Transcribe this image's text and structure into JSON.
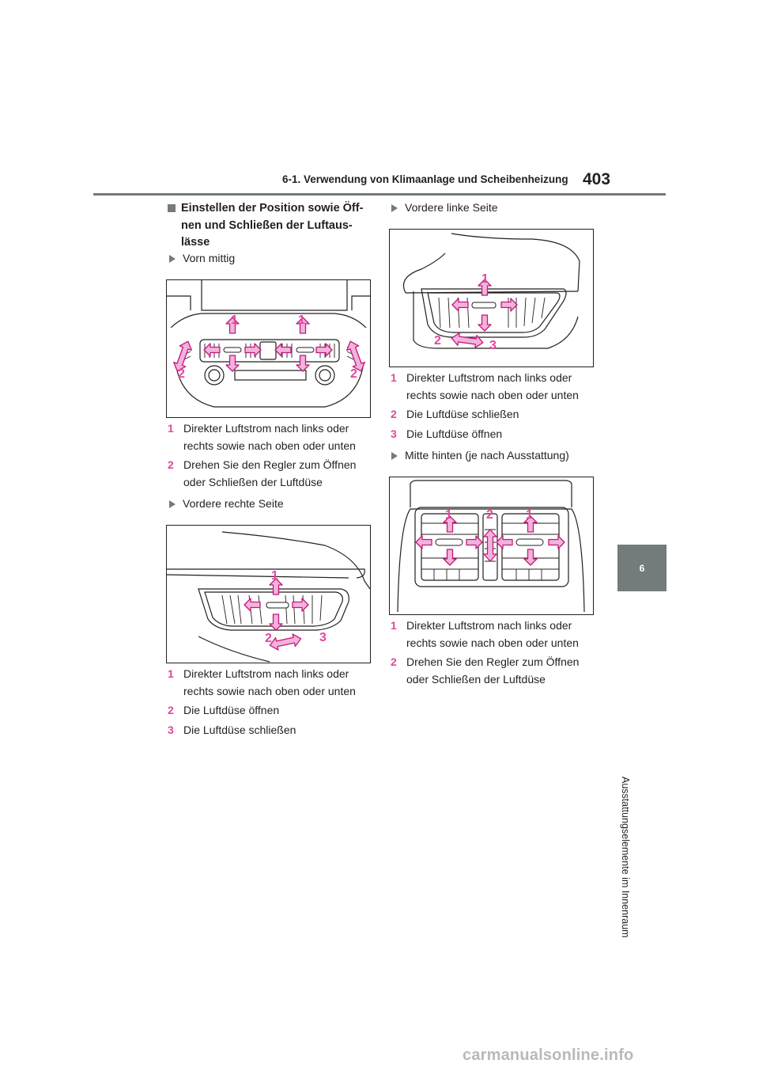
{
  "header": {
    "title": "6-1. Verwendung von Klimaanlage und Scheibenheizung",
    "page_number": "403"
  },
  "side_tab": {
    "chapter": "6",
    "label": "Ausstattungselemente im Innenraum"
  },
  "section": {
    "heading": "Einstellen der Position sowie Öff-nen und Schließen der Luftaus-lässe"
  },
  "front_center": {
    "title": "Vorn mittig",
    "callouts": [
      "1",
      "1",
      "2",
      "2"
    ],
    "items": [
      {
        "num": "1",
        "line1": "Direkter Luftstrom nach links oder",
        "line2": "rechts sowie nach oben oder unten"
      },
      {
        "num": "2",
        "line1": "Drehen Sie den Regler zum Öffnen",
        "line2": "oder Schließen der Luftdüse"
      }
    ]
  },
  "front_right": {
    "title": "Vordere rechte Seite",
    "callouts": [
      "1",
      "2",
      "3"
    ],
    "items": [
      {
        "num": "1",
        "line1": "Direkter Luftstrom nach links oder",
        "line2": "rechts sowie nach oben oder unten"
      },
      {
        "num": "2",
        "line1": "Die Luftdüse öffnen"
      },
      {
        "num": "3",
        "line1": "Die Luftdüse schließen"
      }
    ]
  },
  "front_left": {
    "title": "Vordere linke Seite",
    "callouts": [
      "1",
      "2",
      "3"
    ],
    "items": [
      {
        "num": "1",
        "line1": "Direkter Luftstrom nach links oder",
        "line2": "rechts sowie nach oben oder unten"
      },
      {
        "num": "2",
        "line1": "Die Luftdüse schließen"
      },
      {
        "num": "3",
        "line1": "Die Luftdüse öffnen"
      }
    ]
  },
  "rear_center": {
    "title": "Mitte hinten (je nach Ausstattung)",
    "callouts": [
      "1",
      "2",
      "1"
    ],
    "items": [
      {
        "num": "1",
        "line1": "Direkter Luftstrom nach links oder",
        "line2": "rechts sowie nach oben oder unten"
      },
      {
        "num": "2",
        "line1": "Drehen Sie den Regler zum Öffnen",
        "line2": "oder Schließen der Luftdüse"
      }
    ]
  },
  "watermark": "carmanualsonline.info",
  "colors": {
    "accent": "#e2479d",
    "arrow_fill": "#f2b2dc",
    "gray": "#737b7b"
  }
}
